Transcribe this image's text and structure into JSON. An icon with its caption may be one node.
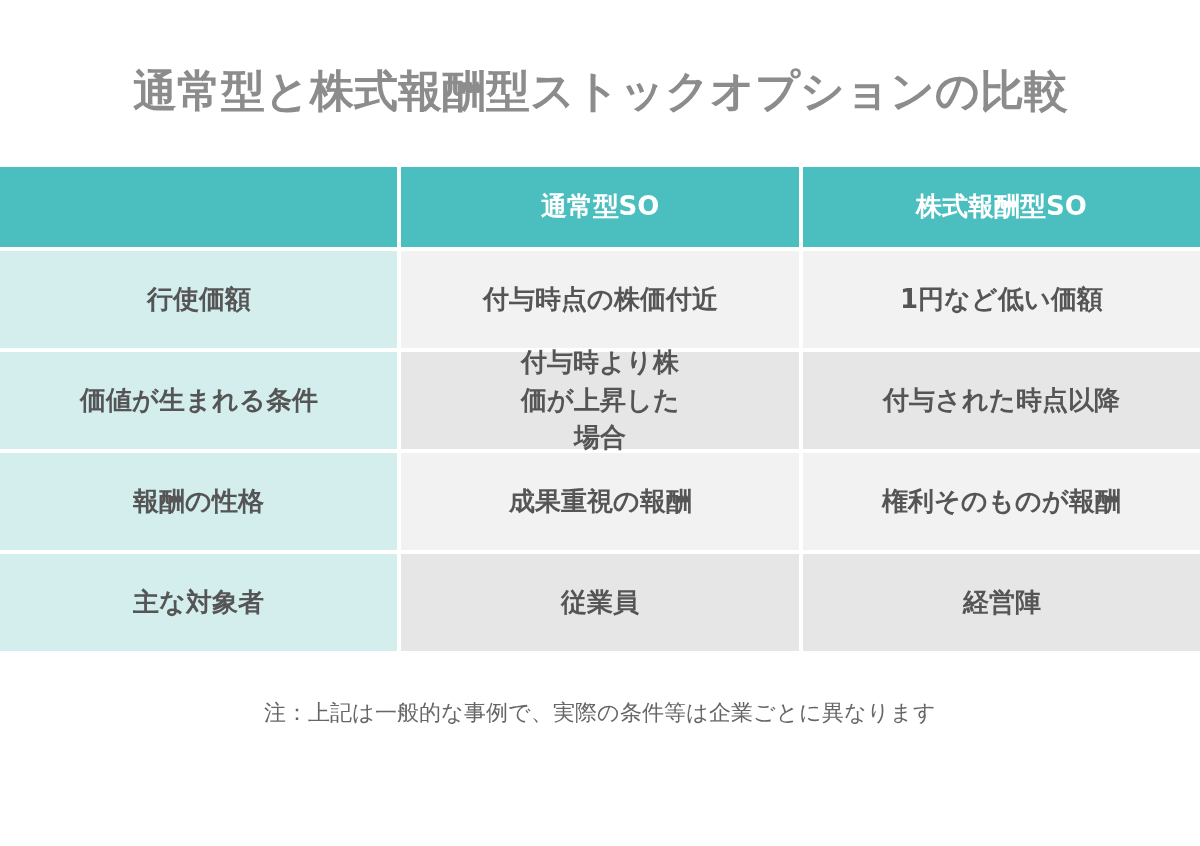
{
  "diagram": {
    "title": "通常型と株式報酬型ストックオプションの比較",
    "labels": [
      "通常型SO",
      "株式報酬型SO",
      "行使価額",
      "付与時点の株価付近",
      "1円など低い価額",
      "価値が生まれる条件",
      "付与時より株価が上昇した場合",
      "付与された時点以降",
      "報酬の性格",
      "成果重視の報酬",
      "権利そのものが報酬",
      "主な対象者",
      "従業員",
      "経営陣",
      "注：上記は一般的な事例で、実際の条件等は企業ごとに異なります"
    ]
  }
}
